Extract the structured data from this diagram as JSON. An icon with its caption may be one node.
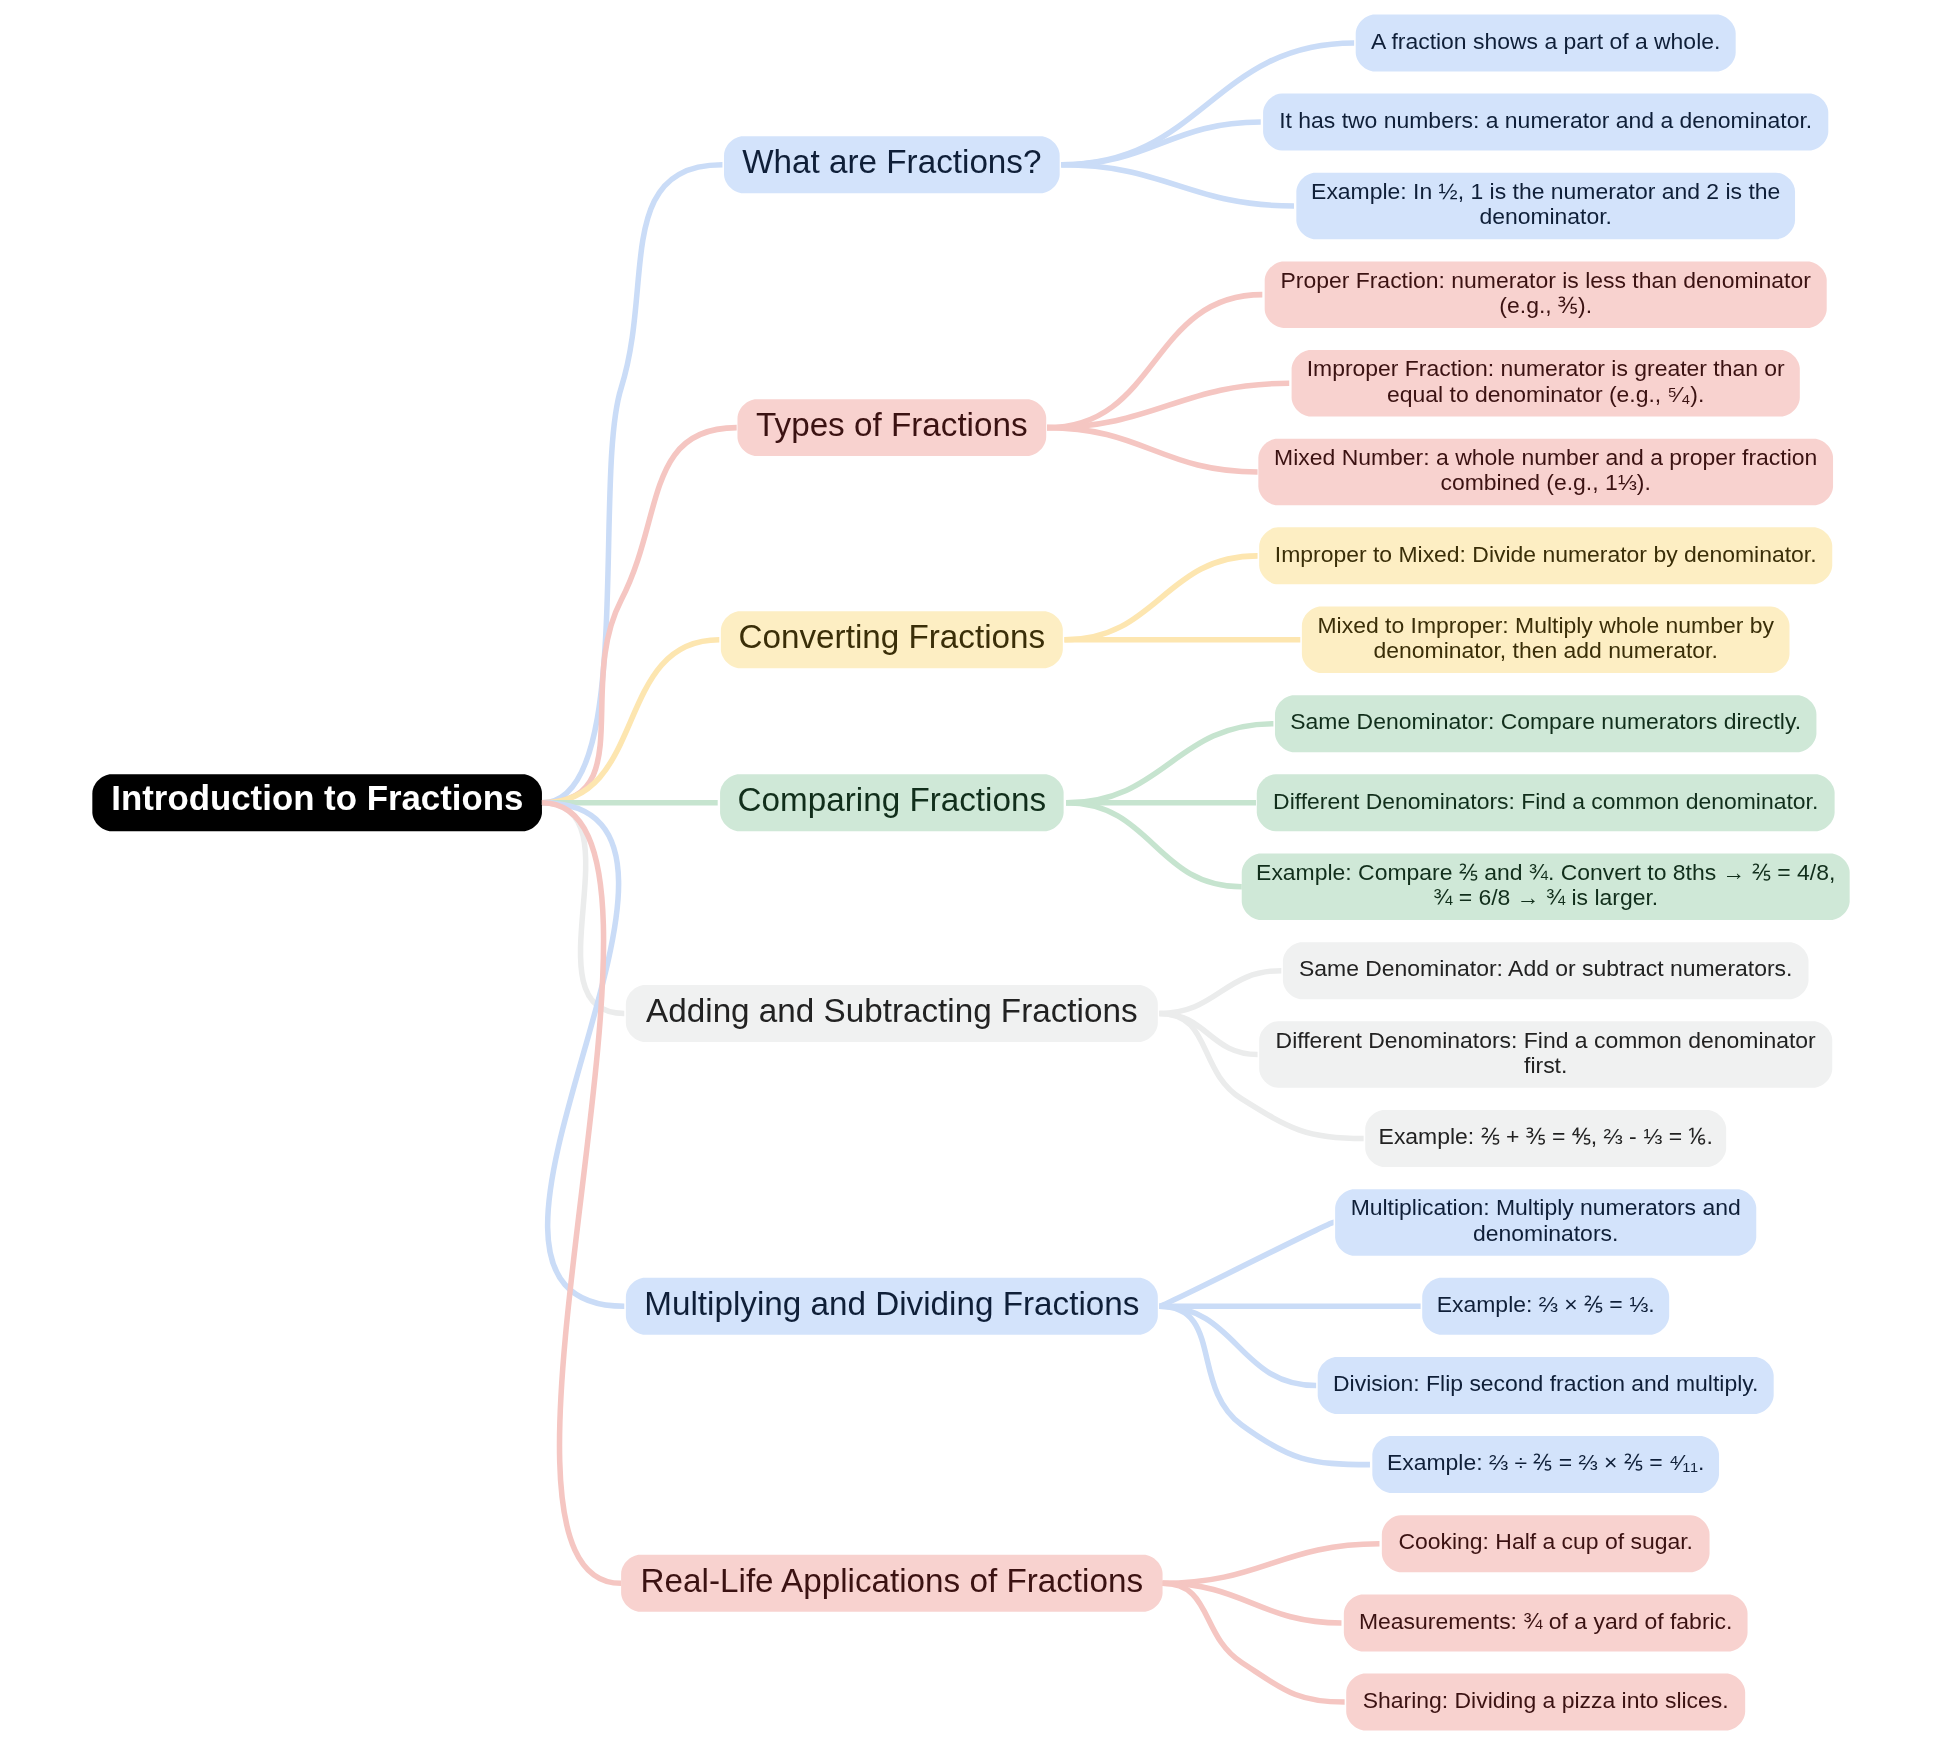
{
  "diagram": {
    "nodes": [
      {
        "text": [
          "Introduction to Fractions"
        ]
      },
      {
        "text": [
          "What are Fractions?"
        ]
      },
      {
        "text": [
          "A fraction shows a part of a whole."
        ]
      },
      {
        "text": [
          "It has two numbers: a numerator and a denominator."
        ]
      },
      {
        "text": [
          "Example: In ½, 1 is the numerator and 2 is the denominator."
        ]
      },
      {
        "text": [
          "Types of Fractions"
        ]
      },
      {
        "text": [
          "Proper Fraction: numerator is less than denominator (e.g., ⅗)."
        ]
      },
      {
        "text": [
          "Improper Fraction: numerator is greater than or equal to denominator (e.g., ⁵⁄₄)."
        ]
      },
      {
        "text": [
          "Mixed Number: a whole number and a proper fraction combined (e.g., 1⅓)."
        ]
      },
      {
        "text": [
          "Converting Fractions"
        ]
      },
      {
        "text": [
          "Improper to Mixed: Divide numerator by denominator."
        ]
      },
      {
        "text": [
          "Mixed to Improper: Multiply whole number by denominator, then add numerator."
        ]
      },
      {
        "text": [
          "Comparing Fractions"
        ]
      },
      {
        "text": [
          "Same Denominator: Compare numerators directly."
        ]
      },
      {
        "text": [
          "Different Denominators: Find a common denominator."
        ]
      },
      {
        "text": [
          "Example: Compare ⅖ and ¾. Convert to 8ths → ⅖ = 4/8, ¾ = 6/8 → ¾ is larger."
        ]
      },
      {
        "text": [
          "Adding and Subtracting Fractions"
        ]
      },
      {
        "text": [
          "Same Denominator: Add or subtract numerators."
        ]
      },
      {
        "text": [
          "Different Denominators: Find a common denominator first."
        ]
      },
      {
        "text": [
          "Example: ⅖ + ⅗ = ⅘, ⅔ - ⅓ = ⅙."
        ]
      },
      {
        "text": [
          "Multiplying and Dividing Fractions"
        ]
      },
      {
        "text": [
          "Multiplication: Multiply numerators and denominators."
        ]
      },
      {
        "text": [
          "Example: ⅔ × ⅖ = ⅓."
        ]
      },
      {
        "text": [
          "Division: Flip second fraction and multiply."
        ]
      },
      {
        "text": [
          "Example: ⅔ ÷ ⅖ = ⅔ × ⅖ = ⁴⁄₁₁."
        ]
      },
      {
        "text": [
          "Real-Life Applications of Fractions"
        ]
      },
      {
        "text": [
          "Cooking: Half a cup of sugar."
        ]
      },
      {
        "text": [
          "Measurements: ¾ of a yard of fabric."
        ]
      },
      {
        "text": [
          "Sharing: Dividing a pizza into slices."
        ]
      }
    ],
    "edges": [
      {
        "from": 0,
        "to": 1,
        "arrow": "none",
        "color": "#cadcf7"
      },
      {
        "from": 1,
        "to": 2,
        "arrow": "none",
        "color": "#cadcf7"
      },
      {
        "from": 1,
        "to": 3,
        "arrow": "none",
        "color": "#cadcf7"
      },
      {
        "from": 1,
        "to": 4,
        "arrow": "none",
        "color": "#cadcf7"
      },
      {
        "from": 0,
        "to": 5,
        "arrow": "none",
        "color": "#f5c6c2"
      },
      {
        "from": 5,
        "to": 6,
        "arrow": "none",
        "color": "#f5c6c2"
      },
      {
        "from": 5,
        "to": 7,
        "arrow": "none",
        "color": "#f5c6c2"
      },
      {
        "from": 5,
        "to": 8,
        "arrow": "none",
        "color": "#f5c6c2"
      },
      {
        "from": 0,
        "to": 9,
        "arrow": "none",
        "color": "#fde6b0"
      },
      {
        "from": 9,
        "to": 10,
        "arrow": "none",
        "color": "#fde6b0"
      },
      {
        "from": 9,
        "to": 11,
        "arrow": "none",
        "color": "#fde6b0"
      },
      {
        "from": 0,
        "to": 12,
        "arrow": "none",
        "color": "#c6e4cf"
      },
      {
        "from": 12,
        "to": 13,
        "arrow": "none",
        "color": "#c6e4cf"
      },
      {
        "from": 12,
        "to": 14,
        "arrow": "none",
        "color": "#c6e4cf"
      },
      {
        "from": 12,
        "to": 15,
        "arrow": "none",
        "color": "#c6e4cf"
      },
      {
        "from": 0,
        "to": 16,
        "arrow": "none",
        "color": "#ebecec"
      },
      {
        "from": 16,
        "to": 17,
        "arrow": "none",
        "color": "#ebecec"
      },
      {
        "from": 16,
        "to": 18,
        "arrow": "none",
        "color": "#ebecec"
      },
      {
        "from": 16,
        "to": 19,
        "arrow": "none",
        "color": "#ebecec"
      },
      {
        "from": 0,
        "to": 20,
        "arrow": "none",
        "color": "#cadcf7"
      },
      {
        "from": 20,
        "to": 21,
        "arrow": "none",
        "color": "#cadcf7"
      },
      {
        "from": 20,
        "to": 22,
        "arrow": "none",
        "color": "#cadcf7"
      },
      {
        "from": 20,
        "to": 23,
        "arrow": "none",
        "color": "#cadcf7"
      },
      {
        "from": 20,
        "to": 24,
        "arrow": "none",
        "color": "#cadcf7"
      },
      {
        "from": 0,
        "to": 25,
        "arrow": "none",
        "color": "#f5c6c2"
      },
      {
        "from": 25,
        "to": 26,
        "arrow": "none",
        "color": "#f5c6c2"
      },
      {
        "from": 25,
        "to": 27,
        "arrow": "none",
        "color": "#f5c6c2"
      },
      {
        "from": 25,
        "to": 28,
        "arrow": "none",
        "color": "#f5c6c2"
      }
    ]
  }
}
